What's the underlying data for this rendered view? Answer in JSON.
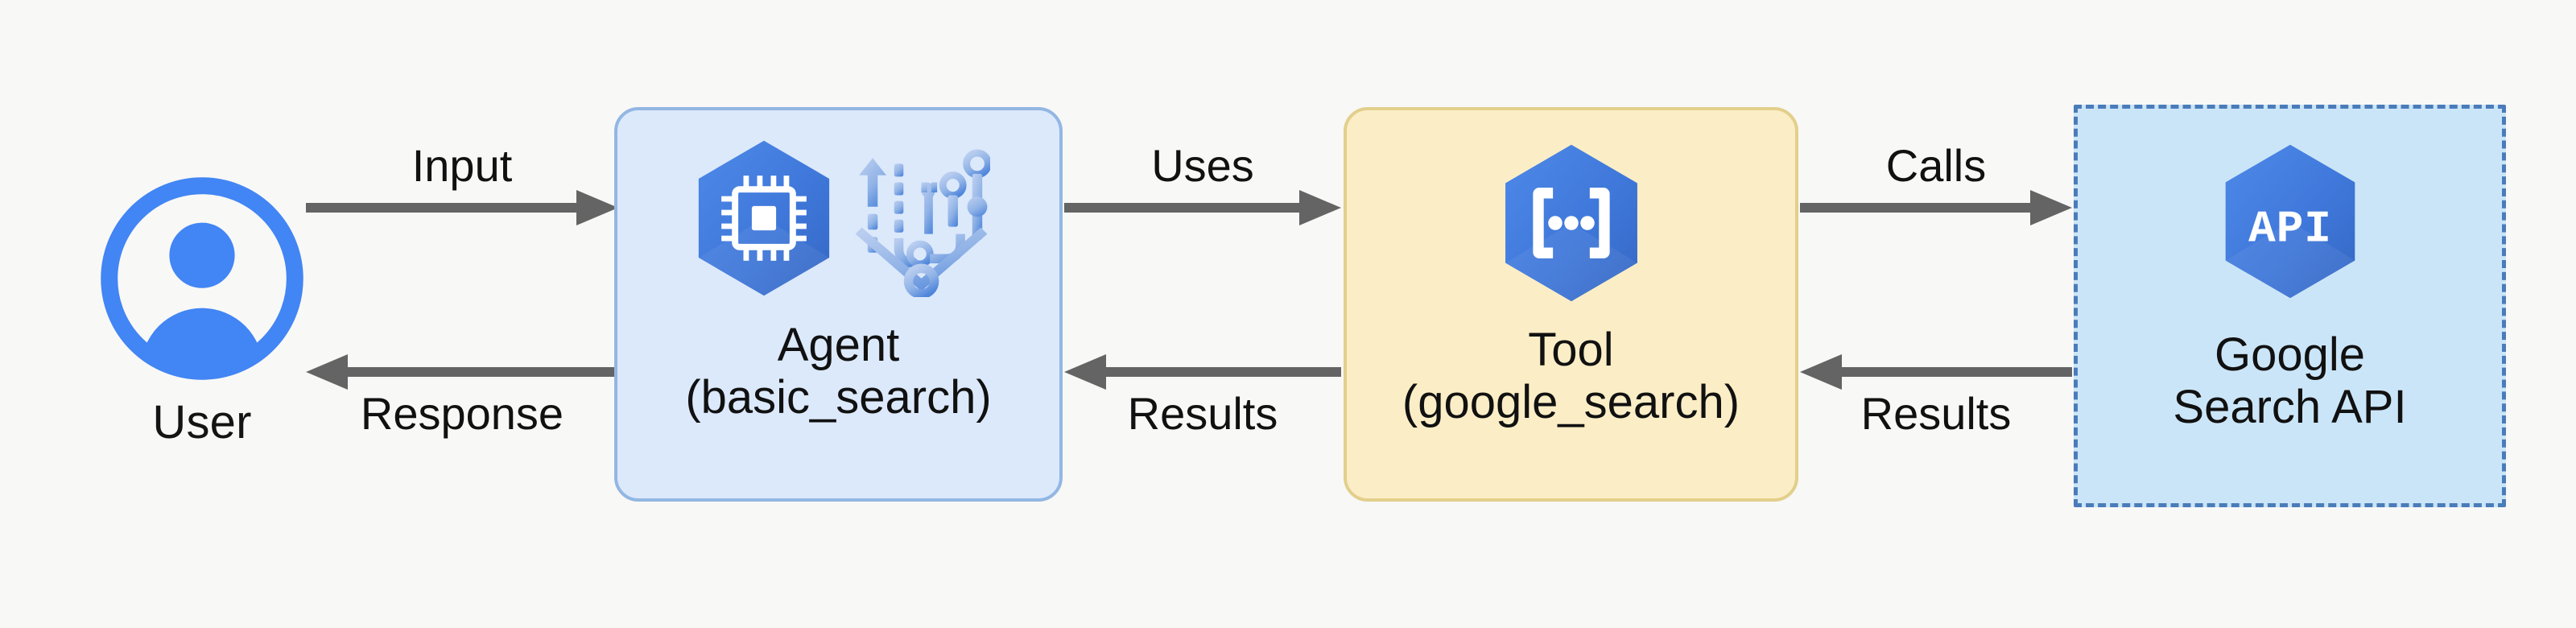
{
  "diagram": {
    "title": "Agent to Tool to Google Search API flow",
    "background_color": "#f8f8f6",
    "arrow_color": "#646464",
    "accent_blue": "#4285f4",
    "nodes": [
      {
        "id": "user",
        "label": "User",
        "icon": "user-avatar-icon",
        "shape": "circle",
        "fill": "#ffffff",
        "stroke": "#4285f4"
      },
      {
        "id": "agent",
        "label": "Agent\n(basic_search)",
        "title": "Agent",
        "subtitle": "(basic_search)",
        "icons": [
          "cpu-chip-hexagon-icon",
          "agent-workflow-icon"
        ],
        "shape": "rounded-rect",
        "fill": "#dce9fb",
        "stroke": "#93b7e3"
      },
      {
        "id": "tool",
        "label": "Tool\n(google_search)",
        "title": "Tool",
        "subtitle": "(google_search)",
        "icons": [
          "code-braces-hexagon-icon"
        ],
        "shape": "rounded-rect",
        "fill": "#fbeec6",
        "stroke": "#e3cf8c"
      },
      {
        "id": "google-search-api",
        "label": "Google\nSearch API",
        "icons": [
          "api-hexagon-icon"
        ],
        "icon_text": "API",
        "shape": "dashed-rect",
        "fill": "#cbe5f8",
        "stroke": "#4a7cba"
      }
    ],
    "edges": [
      {
        "id": "user-to-agent",
        "label": "Input",
        "direction": "right",
        "from": "user",
        "to": "agent"
      },
      {
        "id": "agent-to-user",
        "label": "Response",
        "direction": "left",
        "from": "agent",
        "to": "user"
      },
      {
        "id": "agent-to-tool",
        "label": "Uses",
        "direction": "right",
        "from": "agent",
        "to": "tool"
      },
      {
        "id": "tool-to-agent",
        "label": "Results",
        "direction": "left",
        "from": "tool",
        "to": "agent"
      },
      {
        "id": "tool-to-api",
        "label": "Calls",
        "direction": "right",
        "from": "tool",
        "to": "google-search-api"
      },
      {
        "id": "api-to-tool",
        "label": "Results",
        "direction": "left",
        "from": "google-search-api",
        "to": "tool"
      }
    ]
  }
}
